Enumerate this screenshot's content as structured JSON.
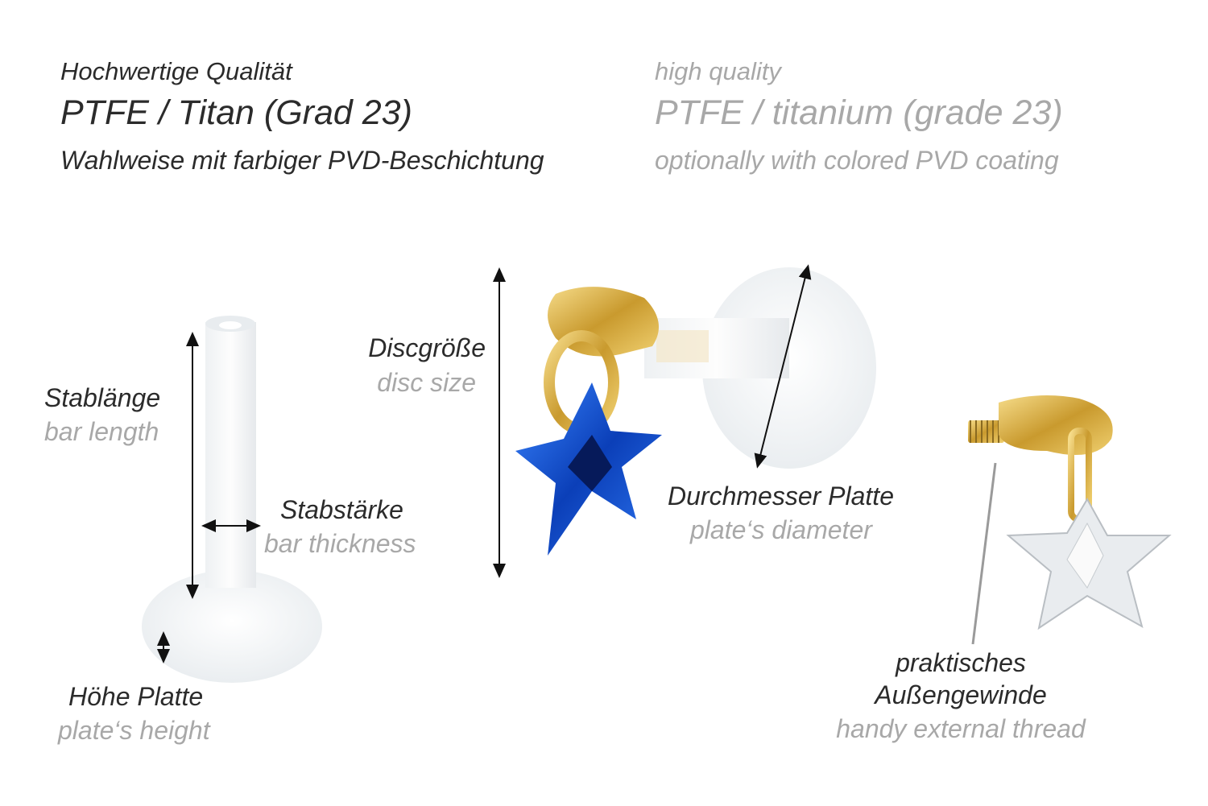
{
  "header": {
    "de": {
      "quality": "Hochwertige Qualität",
      "material": "PTFE / Titan (Grad 23)",
      "coating": "Wahlweise mit farbiger PVD-Beschichtung"
    },
    "en": {
      "quality": "high quality",
      "material": "PTFE / titanium (grade 23)",
      "coating": "optionally with colored PVD coating"
    }
  },
  "labels": {
    "bar_length": {
      "de": "Stablänge",
      "en": "bar length"
    },
    "bar_thickness": {
      "de": "Stabstärke",
      "en": "bar thickness"
    },
    "plate_height": {
      "de": "Höhe Platte",
      "en": "plate‘s height"
    },
    "disc_size": {
      "de": "Discgröße",
      "en": "disc size"
    },
    "plate_diameter": {
      "de": "Durchmesser Platte",
      "en": "plate‘s diameter"
    },
    "thread": {
      "de_line1": "praktisches",
      "de_line2": "Außengewinde",
      "en": "handy external thread"
    }
  },
  "colors": {
    "dark_text": "#2b2b2b",
    "light_text": "#a8a8a8",
    "gold": "#d9b24a",
    "star_blue": "#1f5fd6"
  }
}
